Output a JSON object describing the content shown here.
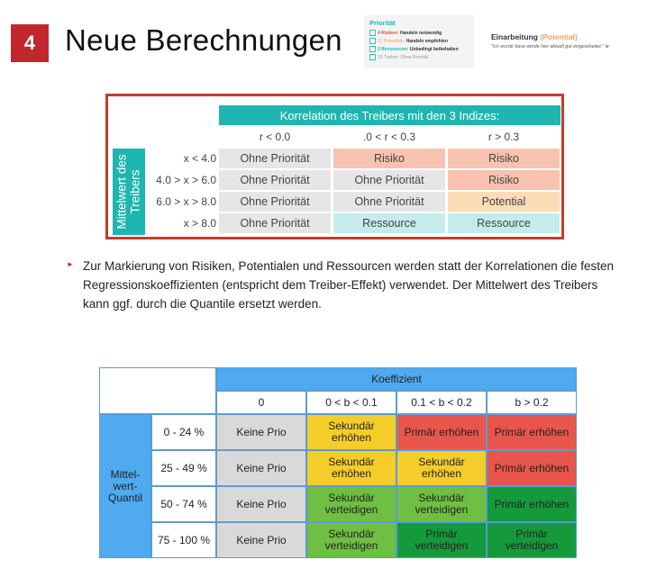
{
  "header": {
    "slide_number": "4",
    "title": "Neue Berechnungen"
  },
  "legend": {
    "title": "Priorität",
    "rows": [
      {
        "count_label": "4 Risiken:",
        "action": "Handeln notwendig"
      },
      {
        "count_label": "11 Potentiale:",
        "action": "Handeln empfohlen"
      },
      {
        "count_label": "2 Ressourcen:",
        "action": "Unbedingt beibehalten"
      },
      {
        "count_label": "19 Treiber:",
        "action": "Ohne Priorität"
      }
    ]
  },
  "note": {
    "title_prefix": "Einarbeitung ",
    "title_accent": "(Potential)",
    "text": "\"Ich wurde base werde hier aktuell gut eingearbeitet.\" ⊕"
  },
  "table1": {
    "header": "Korrelation des Treibers mit den 3 Indizes:",
    "columns": [
      "r < 0.0",
      ".0 < r < 0.3",
      "r > 0.3"
    ],
    "side_label_line1": "Mittelwert des",
    "side_label_line2": "Treibers",
    "rows": [
      {
        "label": "x < 4.0",
        "cells": [
          "Ohne Priorität",
          "Risiko",
          "Risiko"
        ]
      },
      {
        "label": "4.0 > x > 6.0",
        "cells": [
          "Ohne Priorität",
          "Ohne Priorität",
          "Risiko"
        ]
      },
      {
        "label": "6.0 > x > 8.0",
        "cells": [
          "Ohne Priorität",
          "Ohne Priorität",
          "Potential"
        ]
      },
      {
        "label": "x > 8.0",
        "cells": [
          "Ohne Priorität",
          "Ressource",
          "Ressource"
        ]
      }
    ],
    "colors": {
      "header": "#1fb5b0",
      "ohne": "#e6e6e6",
      "risiko": "#f8c2b0",
      "potential": "#fbdcb7",
      "ressource": "#c5ecec"
    }
  },
  "body": {
    "paragraph": "Zur Markierung von Risiken, Potentialen und Ressourcen werden statt der Korrelationen die festen Regressionskoeffizienten (entspricht dem Treiber-Effekt) verwendet. Der Mittelwert des Treibers kann ggf. durch die Quantile ersetzt werden."
  },
  "table2": {
    "header": "Koeffizient",
    "columns": [
      "0",
      "0 < b < 0.1",
      "0.1 < b < 0.2",
      "b > 0.2"
    ],
    "side_label": "Mittel-\nwert-\nQuantil",
    "rows": [
      {
        "label": "0 - 24 %",
        "cells": [
          "Keine Prio",
          "Sekundär\nerhöhen",
          "Primär erhöhen",
          "Primär erhöhen"
        ]
      },
      {
        "label": "25 - 49 %",
        "cells": [
          "Keine Prio",
          "Sekundär\nerhöhen",
          "Sekundär\nerhöhen",
          "Primär erhöhen"
        ]
      },
      {
        "label": "50 - 74 %",
        "cells": [
          "Keine Prio",
          "Sekundär\nverteidigen",
          "Sekundär\nverteidigen",
          "Primär erhöhen"
        ]
      },
      {
        "label": "75 - 100 %",
        "cells": [
          "Keine Prio",
          "Sekundär\nverteidigen",
          "Primär\nverteidigen",
          "Primär\nverteidigen"
        ]
      }
    ],
    "cell_colors": [
      [
        "gray",
        "yellow",
        "red",
        "red"
      ],
      [
        "gray",
        "yellow",
        "yellow",
        "red"
      ],
      [
        "gray",
        "lgreen",
        "lgreen",
        "dgreen"
      ],
      [
        "gray",
        "lgreen",
        "dgreen",
        "dgreen"
      ]
    ]
  }
}
